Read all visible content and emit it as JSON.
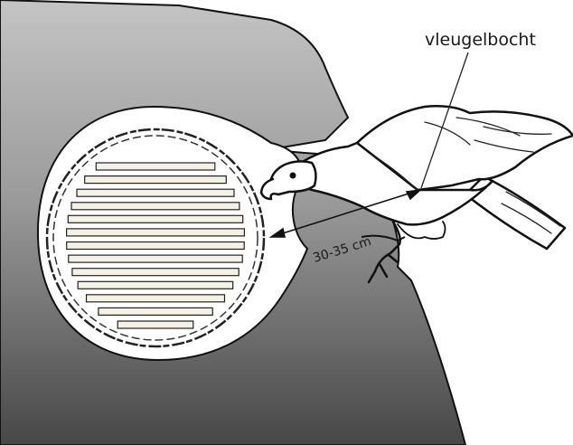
{
  "labels": {
    "wing_bend": "vleugelbocht",
    "distance": "30-35 cm"
  },
  "nest": {
    "visible_slats": 13
  },
  "colors": {
    "rock_light": "#bdbdbd",
    "rock_dark": "#4a4a4a",
    "slat_fill": "#f4f2e4",
    "outline": "#111111"
  }
}
